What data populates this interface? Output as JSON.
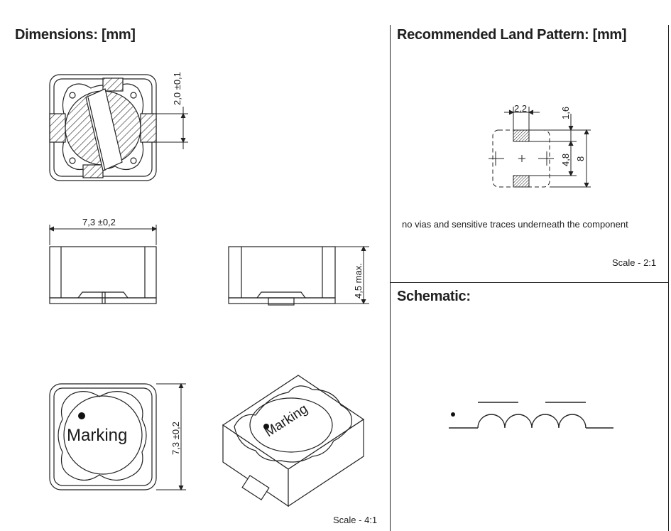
{
  "dimensions": {
    "title": "Dimensions: [mm]",
    "dim_height_top": "2,0 ±0,1",
    "dim_width": "7,3 ±0,2",
    "dim_max_height": "4,5 max.",
    "dim_side": "7,3 ±0,2",
    "marking_label": "Marking",
    "scale": "Scale - 4:1"
  },
  "land_pattern": {
    "title": "Recommended Land Pattern: [mm]",
    "dim_pad_width": "2,2",
    "dim_pad_height": "1,6",
    "dim_gap": "4,8",
    "dim_total": "8",
    "note": "no vias and sensitive traces underneath the component",
    "scale": "Scale - 2:1"
  },
  "schematic": {
    "title": "Schematic:"
  }
}
